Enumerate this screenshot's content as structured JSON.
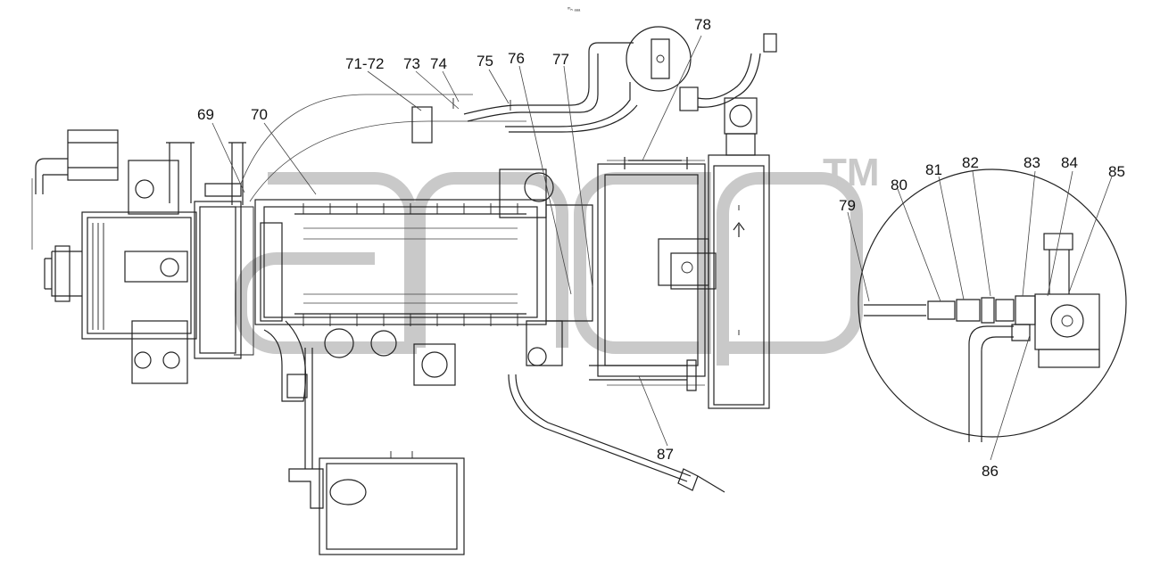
{
  "header_mark": "ᵐₙ ₐₐₐ",
  "watermark": {
    "trademark": "TM"
  },
  "callouts": [
    {
      "id": "c69",
      "text": "69"
    },
    {
      "id": "c70",
      "text": "70"
    },
    {
      "id": "c71",
      "text": "71-72"
    },
    {
      "id": "c73",
      "text": "73"
    },
    {
      "id": "c74",
      "text": "74"
    },
    {
      "id": "c75",
      "text": "75"
    },
    {
      "id": "c76",
      "text": "76"
    },
    {
      "id": "c77",
      "text": "77"
    },
    {
      "id": "c78",
      "text": "78"
    },
    {
      "id": "c79",
      "text": "79"
    },
    {
      "id": "c80",
      "text": "80"
    },
    {
      "id": "c81",
      "text": "81"
    },
    {
      "id": "c82",
      "text": "82"
    },
    {
      "id": "c83",
      "text": "83"
    },
    {
      "id": "c84",
      "text": "84"
    },
    {
      "id": "c85",
      "text": "85"
    },
    {
      "id": "c86",
      "text": "86"
    },
    {
      "id": "c87",
      "text": "87"
    }
  ]
}
